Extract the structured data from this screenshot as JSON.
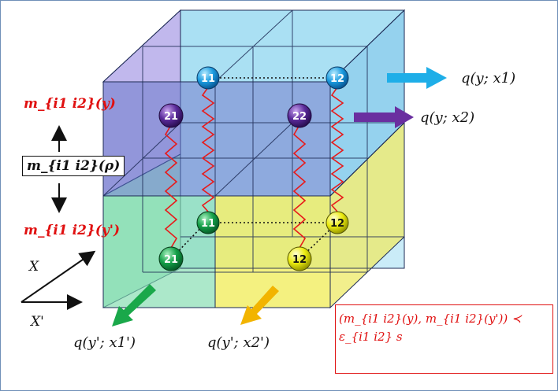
{
  "nodes": {
    "top_back_left": "11",
    "top_back_right": "12",
    "top_front_left": "21",
    "top_front_right": "22",
    "bot_back_left": "11",
    "bot_back_right": "12",
    "bot_front_left": "21",
    "bot_front_right": "12"
  },
  "labels": {
    "q_x1": "q(y; x1)",
    "q_x2": "q(y; x2)",
    "q_x1p": "q(y'; x1')",
    "q_x2p": "q(y'; x2')",
    "m_y": "m_{i1 i2}(y)",
    "m_rho": "m_{i1 i2}(ρ)",
    "m_yp": "m_{i1 i2}(y')",
    "axis_x": "X",
    "axis_xp": "X'",
    "relation": "(m_{i1 i2}(y), m_{i1 i2}(y')) ≺ ε_{i1 i2} s"
  },
  "colors": {
    "top_faces": "#7fbfe8",
    "bottom_faces": "#f4f07a",
    "left_faces": "#bfa8e6",
    "front_bottom_left": "#8fe0b4",
    "spring": "#e81a1a",
    "red_text": "#e01010",
    "arrow_q_x1": "#1eaee8",
    "arrow_q_x2": "#6a2fa0",
    "arrow_q_x1p": "#1aa84a",
    "arrow_q_x2p": "#f2b400",
    "node_blue": "#1c9ce0",
    "node_purple": "#5a2a9a",
    "node_green": "#14a048",
    "node_yellow": "#e6e600"
  }
}
